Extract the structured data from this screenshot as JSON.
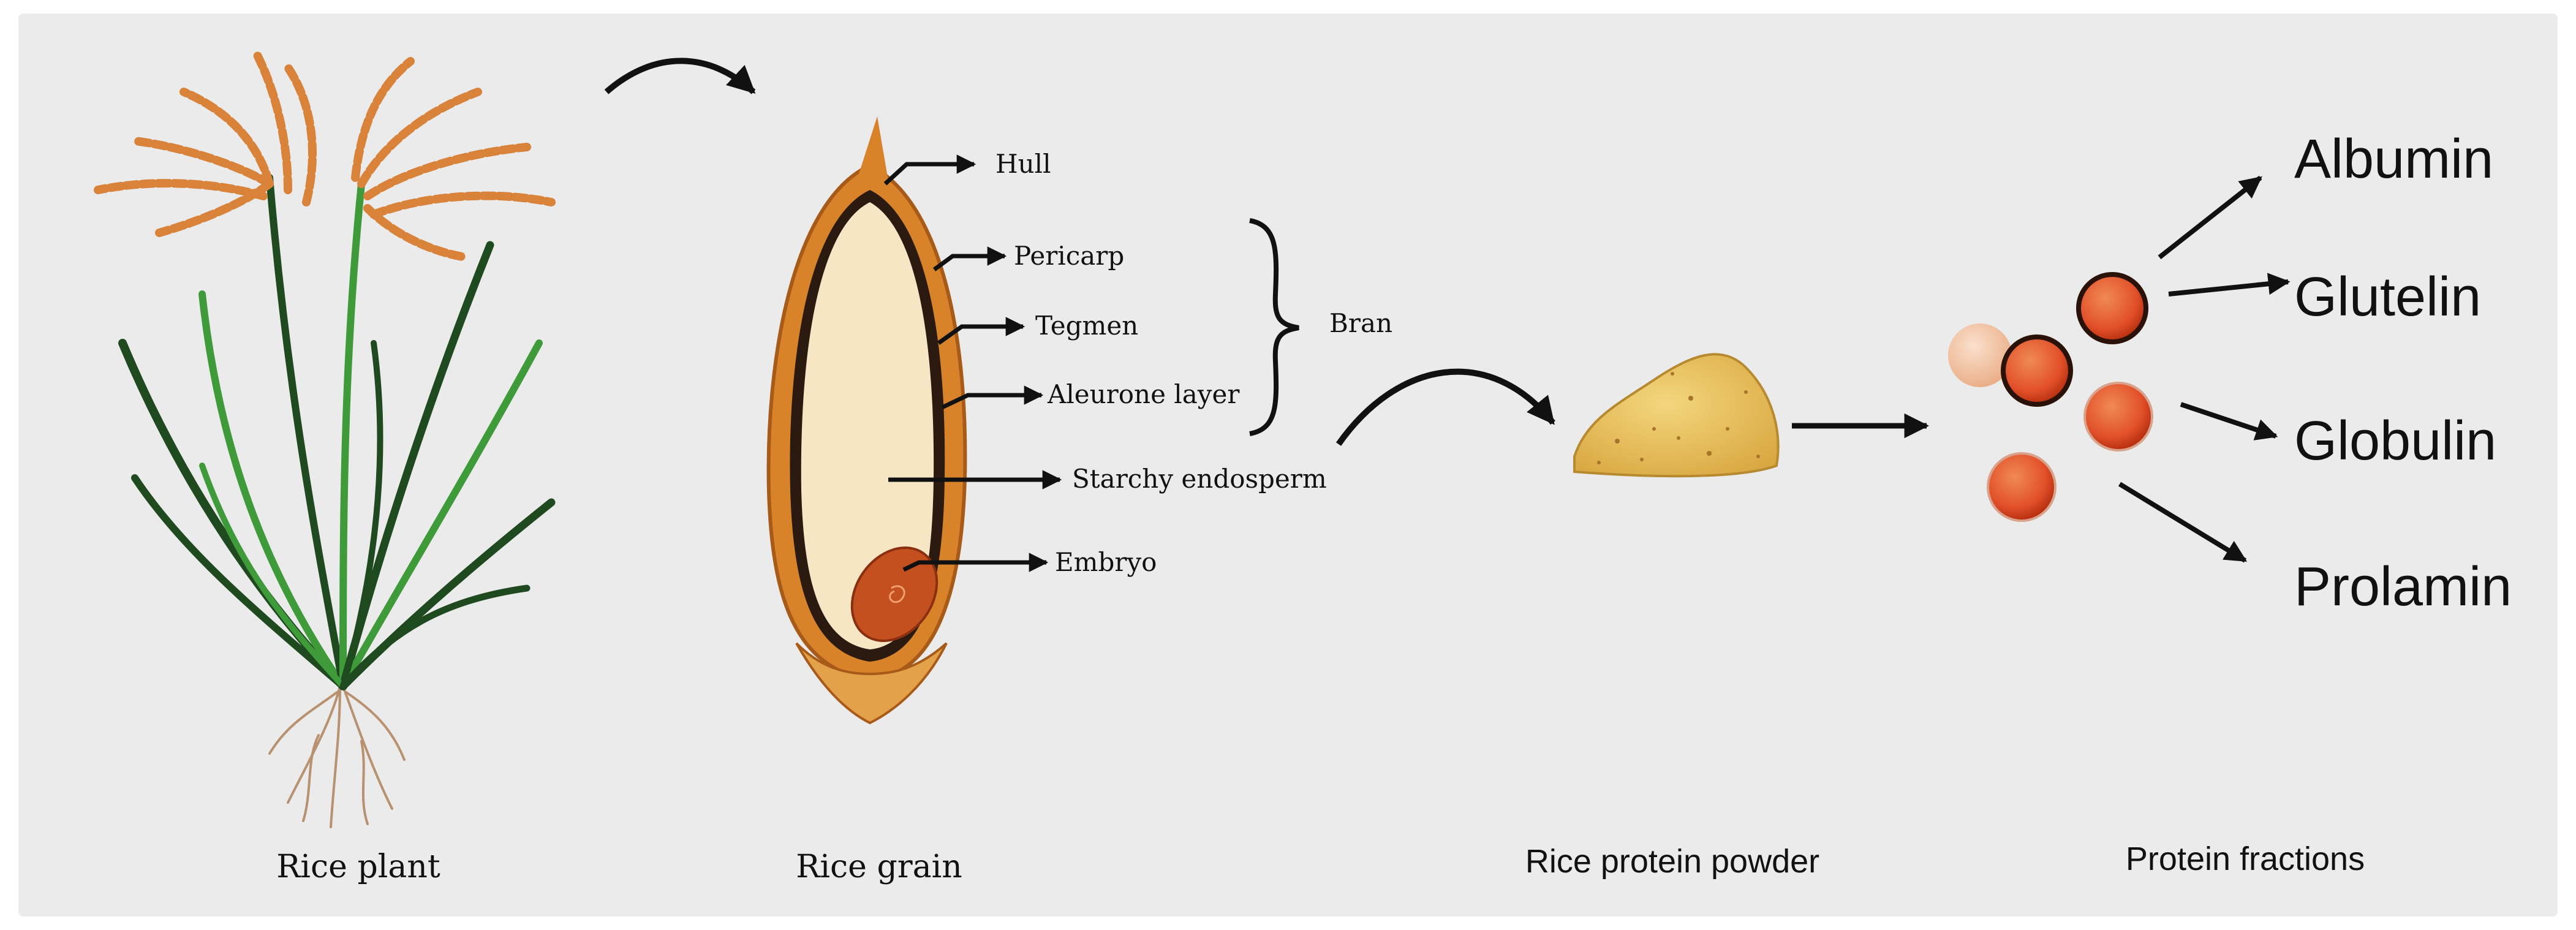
{
  "stages": {
    "plant": "Rice plant",
    "grain": "Rice grain",
    "powder": "Rice protein powder",
    "fractions": "Protein fractions"
  },
  "grain_parts": {
    "hull": "Hull",
    "pericarp": "Pericarp",
    "tegmen": "Tegmen",
    "aleurone": "Aleurone layer",
    "endosperm": "Starchy endosperm",
    "embryo": "Embryo",
    "bran": "Bran"
  },
  "fraction_names": [
    "Albumin",
    "Glutelin",
    "Globulin",
    "Prolamin"
  ],
  "colors": {
    "background": "#ebebeb",
    "panicle": "#d9823a",
    "leaf_dark": "#1f4a1f",
    "leaf_light": "#3f9a3a",
    "hull": "#d8832a",
    "endosperm": "#f6e6c4",
    "embryo": "#c4501f",
    "powder": "#e8c05a",
    "protein_ball": "#e2502a",
    "arrow": "#111111"
  }
}
